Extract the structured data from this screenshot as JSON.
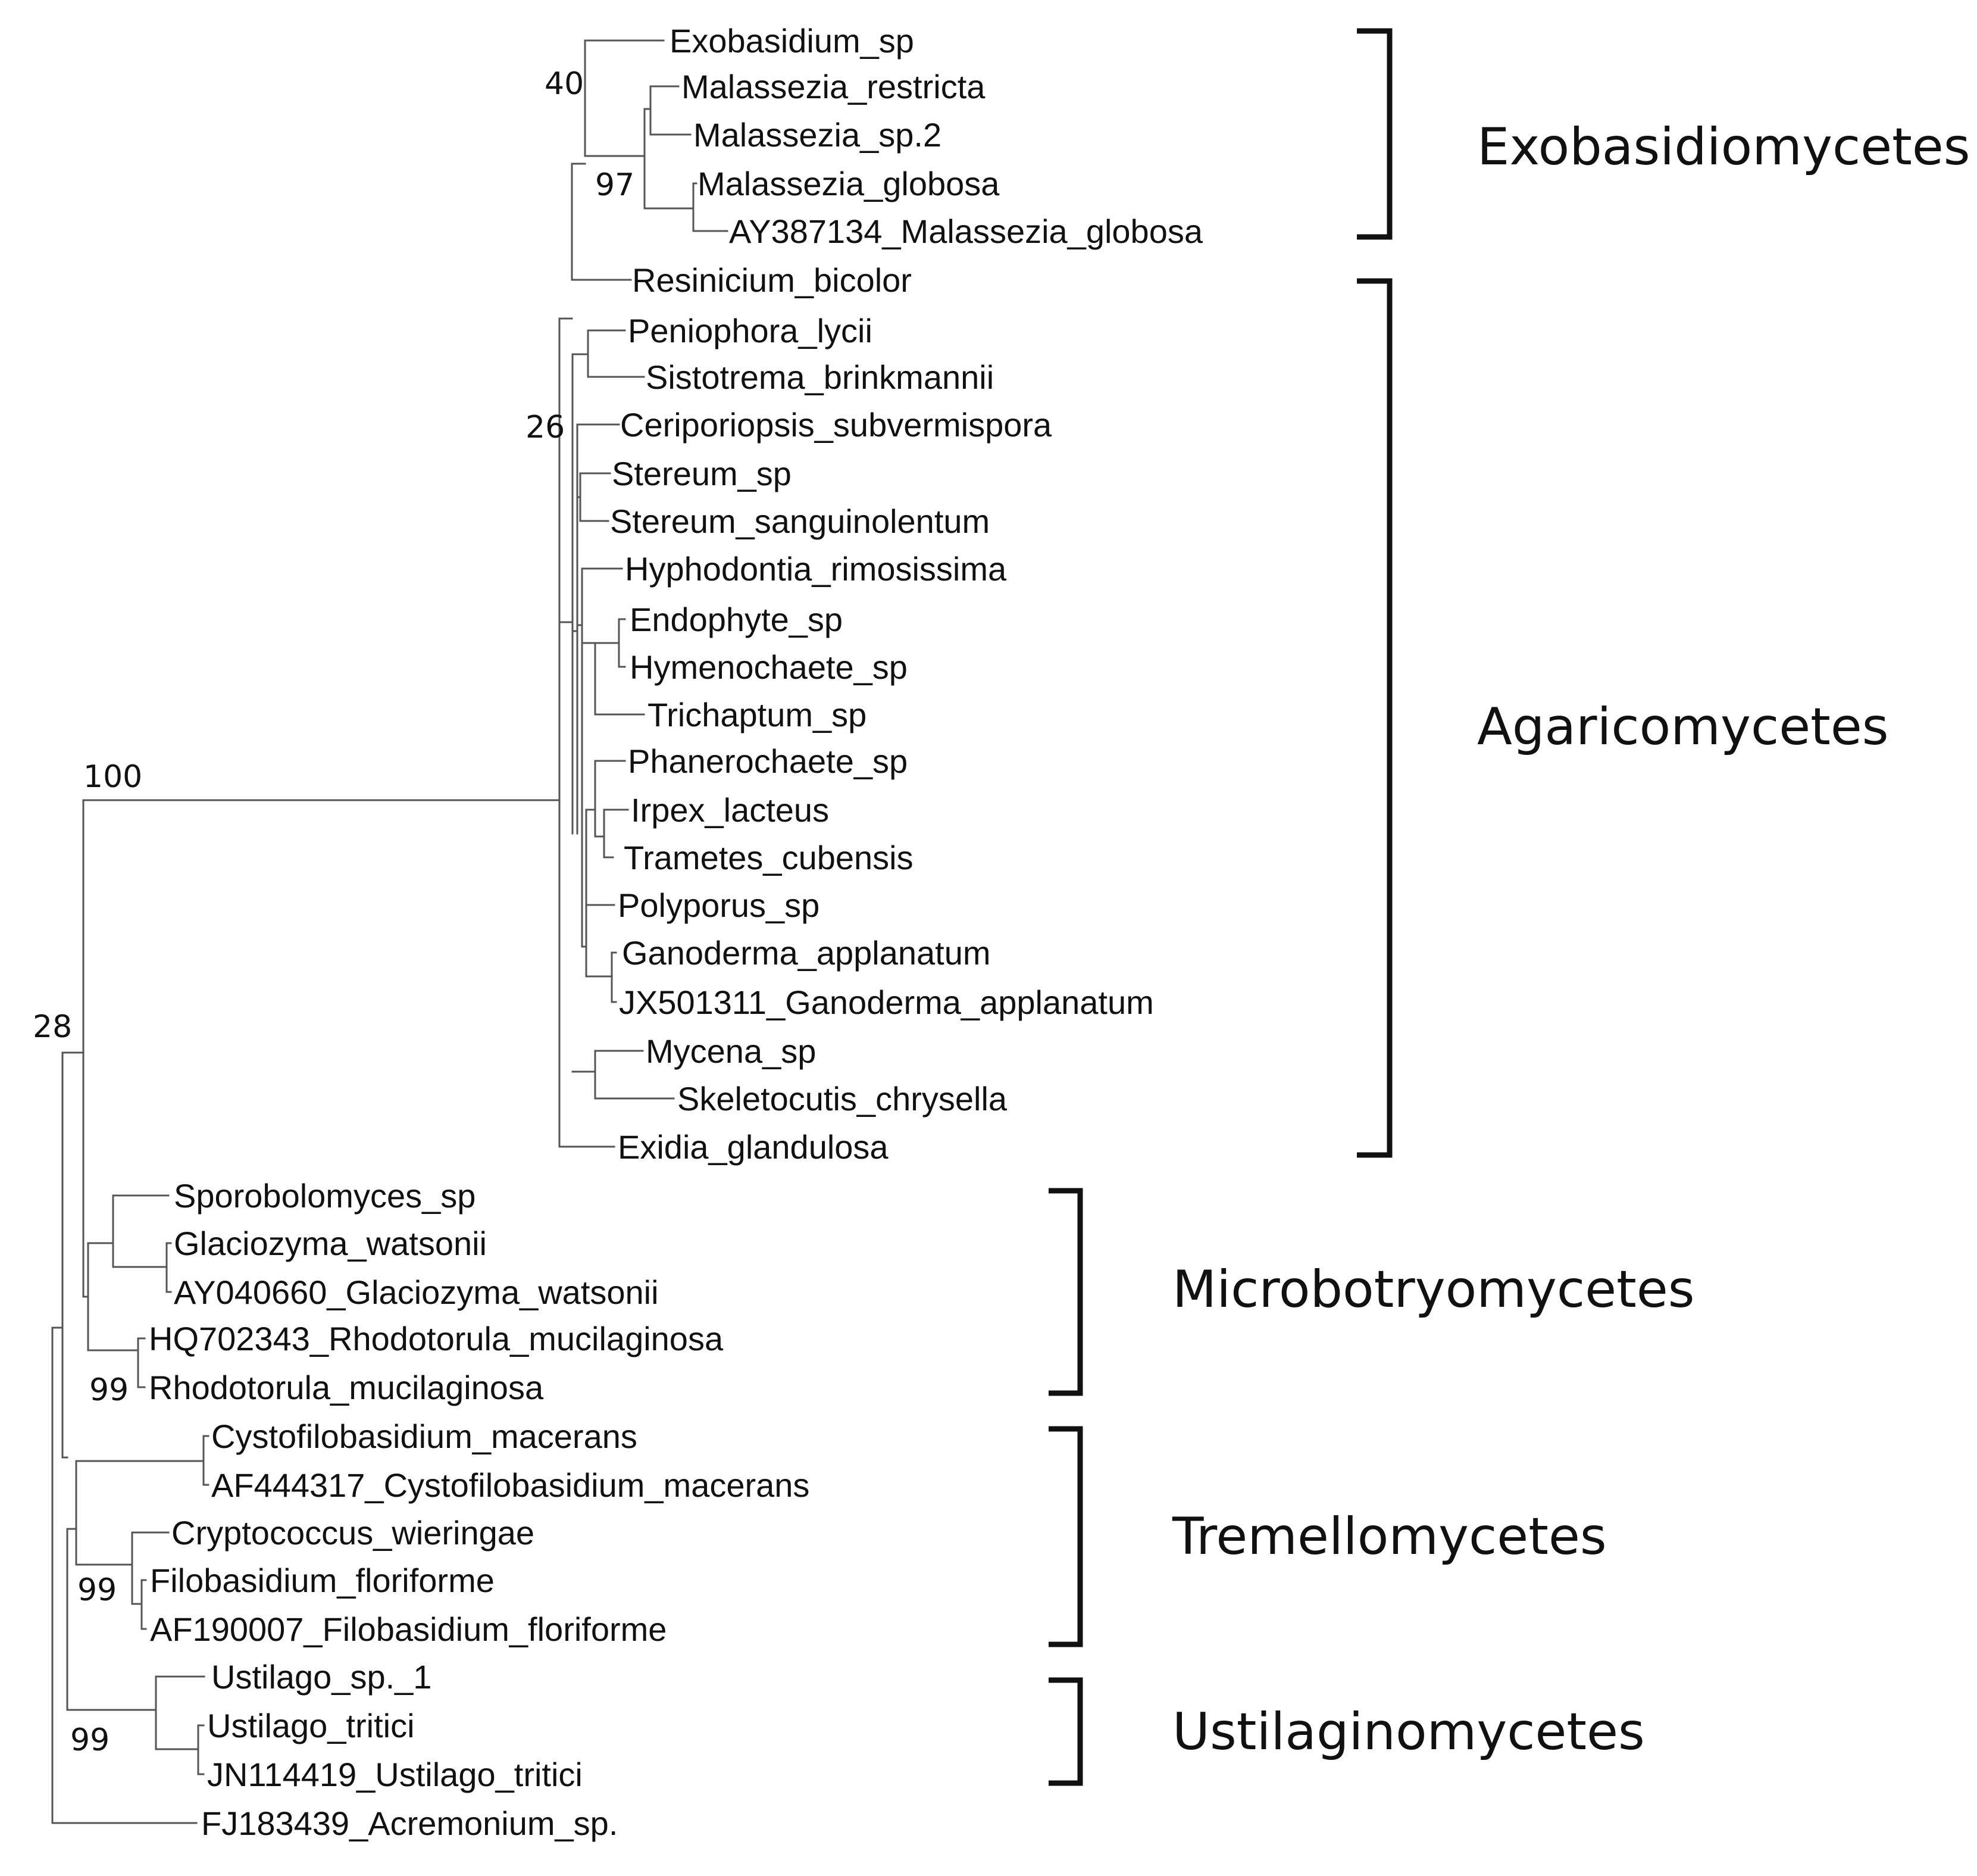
{
  "tree": {
    "leaves": [
      "Exobasidium_sp",
      "Malassezia_restricta",
      "Malassezia_sp.2",
      "Malassezia_globosa",
      "AY387134_Malassezia_globosa",
      "Resinicium_bicolor",
      "Peniophora_lycii",
      "Sistotrema_brinkmannii",
      "Ceriporiopsis_subvermispora",
      "Stereum_sp",
      "Stereum_sanguinolentum",
      "Hyphodontia_rimosissima",
      "Endophyte_sp",
      "Hymenochaete_sp",
      "Trichaptum_sp",
      "Phanerochaete_sp",
      "Irpex_lacteus",
      "Trametes_cubensis",
      "Polyporus_sp",
      "Ganoderma_applanatum",
      "JX501311_Ganoderma_applanatum",
      "Mycena_sp",
      "Skeletocutis_chrysella",
      "Exidia_glandulosa",
      "Sporobolomyces_sp",
      "Glaciozyma_watsonii",
      "AY040660_Glaciozyma_watsonii",
      "HQ702343_Rhodotorula_mucilaginosa",
      "Rhodotorula_mucilaginosa",
      "Cystofilobasidium_macerans",
      "AF444317_Cystofilobasidium_macerans",
      "Cryptococcus_wieringae",
      "Filobasidium_floriforme",
      "AF190007_Filobasidium_floriforme",
      "Ustilago_sp._1",
      "Ustilago_tritici",
      "JN114419_Ustilago_tritici",
      "FJ183439_Acremonium_sp."
    ],
    "bootstrap_values": [
      "40",
      "97",
      "26",
      "100",
      "28",
      "99",
      "99",
      "99"
    ],
    "clades": [
      "Exobasidiomycetes",
      "Agaricomycetes",
      "Microbotryomycetes",
      "Tremellomycetes",
      "Ustilaginomycetes"
    ],
    "colors": {
      "branch": "#555555",
      "text": "#111111",
      "background": "#ffffff"
    }
  }
}
